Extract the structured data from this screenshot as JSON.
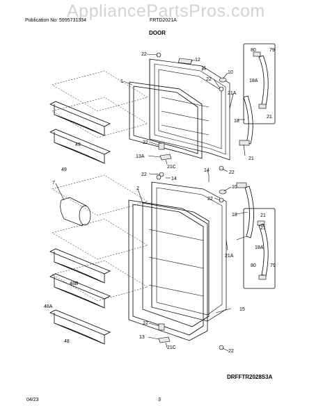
{
  "header": {
    "watermark": "AppliancePartsPros.com",
    "publication": "Publication No: 5995731334",
    "model": "FRTD2021A",
    "section_title": "DOOR"
  },
  "callouts": {
    "c22a": "22",
    "c12": "12",
    "c11": "11",
    "c1": "1",
    "c10a": "10",
    "c22b": "22",
    "c80a": "80",
    "c79a": "79",
    "c18a_top": "18A",
    "c21a": "21",
    "c21A_a": "21A",
    "c18a": "18",
    "c21b": "21",
    "c49a": "49",
    "c49b": "49",
    "c22c": "22",
    "c13A": "13A",
    "c21C_a": "21C",
    "c22d": "22",
    "c14a": "14",
    "c14b": "14",
    "c22e": "22",
    "c7": "7",
    "c2": "2",
    "c10b": "10",
    "c22f": "22",
    "c18b": "18",
    "c21c": "21",
    "c21d": "21",
    "c18A_b": "18A",
    "c21A_b": "21A",
    "c80b": "80",
    "c79b": "79",
    "c48B": "48B",
    "c48A": "48A",
    "c15": "15",
    "c22g": "22",
    "c13": "13",
    "c21C_b": "21C",
    "c22h": "22",
    "c48": "48"
  },
  "footer": {
    "drawing_code": "DRFFTR2028S3A",
    "date": "04/23",
    "page": "3"
  }
}
